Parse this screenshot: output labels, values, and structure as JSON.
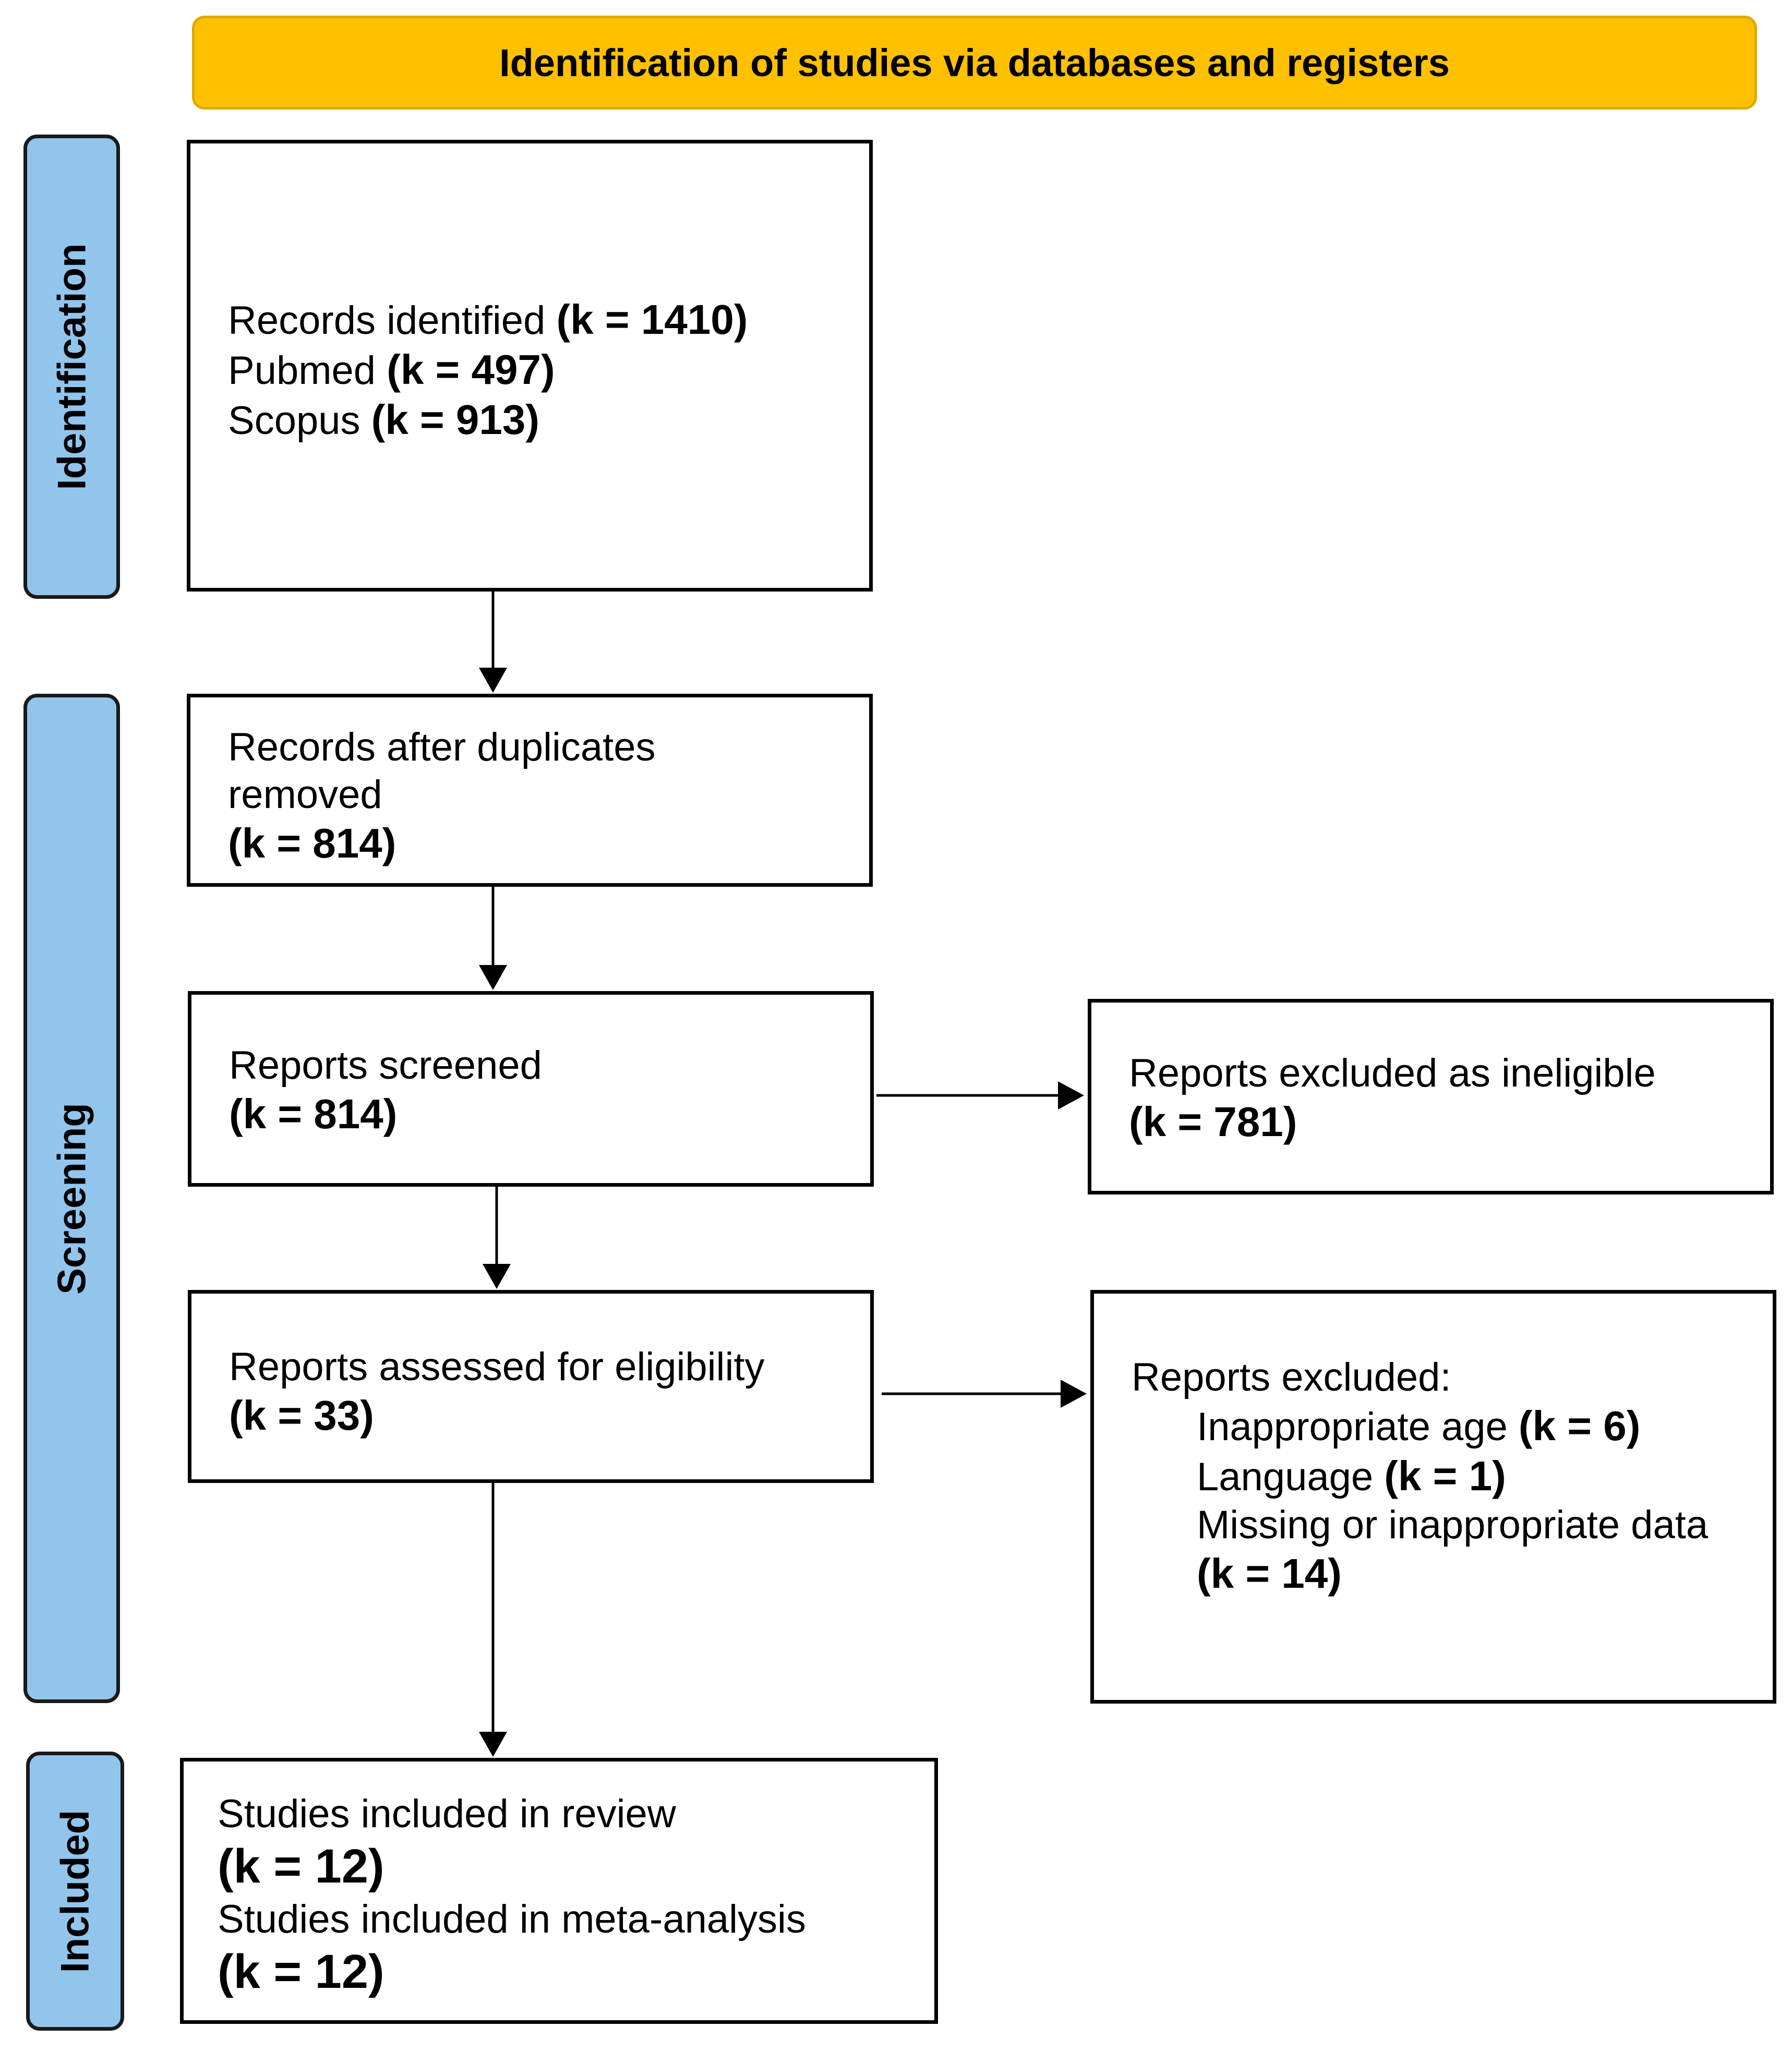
{
  "banner": {
    "title": "Identification of studies via databases and registers"
  },
  "phases": {
    "identification": "Identification",
    "screening": "Screening",
    "included": "Included"
  },
  "boxes": {
    "identified": {
      "lines": [
        {
          "label": "Records identified ",
          "count": "(k  = 1410)"
        },
        {
          "label": "Pubmed ",
          "count": "(k = 497)"
        },
        {
          "label": "Scopus ",
          "count": "(k = 913)"
        }
      ]
    },
    "deduplicated": {
      "line1": "Records after duplicates",
      "line2": "removed",
      "count": "(k = 814)"
    },
    "screened": {
      "label": "Reports screened",
      "count": "(k = 814)"
    },
    "excluded_ineligible": {
      "label": "Reports excluded as ineligible",
      "count": "(k = 781)"
    },
    "assessed": {
      "label": "Reports assessed for eligibility",
      "count": "(k = 33)"
    },
    "excluded_reasons": {
      "title": "Reports excluded:",
      "reasons": [
        {
          "label": "Inappropriate age ",
          "count": "(k = 6)"
        },
        {
          "label": "Language ",
          "count": "(k = 1)"
        },
        {
          "label": "Missing or inappropriate data",
          "count": ""
        }
      ],
      "last_count": "(k = 14)"
    },
    "included": {
      "review_label": "Studies included in review",
      "review_count": "(k = 12)",
      "meta_label": "Studies included in meta-analysis",
      "meta_count": "(k = 12)"
    }
  }
}
